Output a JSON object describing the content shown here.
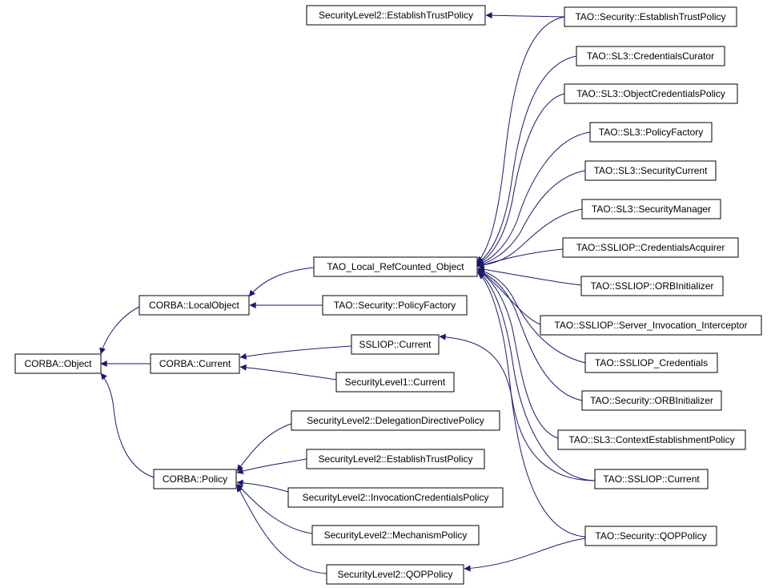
{
  "diagram": {
    "nodes": {
      "corba_object": "CORBA::Object",
      "corba_localobject": "CORBA::LocalObject",
      "corba_current": "CORBA::Current",
      "corba_policy": "CORBA::Policy",
      "tao_local_refcounted_object": "TAO_Local_RefCounted_Object",
      "tao_security_policyfactory": "TAO::Security::PolicyFactory",
      "ssliop_current": "SSLIOP::Current",
      "securitylevel1_current": "SecurityLevel1::Current",
      "sl2_delegationdirectivepolicy": "SecurityLevel2::DelegationDirectivePolicy",
      "sl2_establishtrustpolicy_b": "SecurityLevel2::EstablishTrustPolicy",
      "sl2_invocationcredentialspolicy": "SecurityLevel2::InvocationCredentialsPolicy",
      "sl2_mechanismpolicy": "SecurityLevel2::MechanismPolicy",
      "sl2_qoppolicy": "SecurityLevel2::QOPPolicy",
      "sl2_establishtrustpolicy_top": "SecurityLevel2::EstablishTrustPolicy",
      "tao_security_establishtrustpolicy": "TAO::Security::EstablishTrustPolicy",
      "tao_sl3_credentialscurator": "TAO::SL3::CredentialsCurator",
      "tao_sl3_objectcredentialspolicy": "TAO::SL3::ObjectCredentialsPolicy",
      "tao_sl3_policyfactory": "TAO::SL3::PolicyFactory",
      "tao_sl3_securitycurrent": "TAO::SL3::SecurityCurrent",
      "tao_sl3_securitymanager": "TAO::SL3::SecurityManager",
      "tao_ssliop_credentialsacquirer": "TAO::SSLIOP::CredentialsAcquirer",
      "tao_ssliop_orbinitializer": "TAO::SSLIOP::ORBInitializer",
      "tao_ssliop_server_invocation_interceptor": "TAO::SSLIOP::Server_Invocation_Interceptor",
      "tao_ssliop_credentials": "TAO::SSLIOP_Credentials",
      "tao_security_orbinitializer": "TAO::Security::ORBInitializer",
      "tao_sl3_contextestablishmentpolicy": "TAO::SL3::ContextEstablishmentPolicy",
      "tao_ssliop_current": "TAO::SSLIOP::Current",
      "tao_security_qoppolicy": "TAO::Security::QOPPolicy"
    },
    "colors": {
      "edge": "#191970",
      "node_border": "#000000",
      "node_fill": "#ffffff"
    }
  }
}
